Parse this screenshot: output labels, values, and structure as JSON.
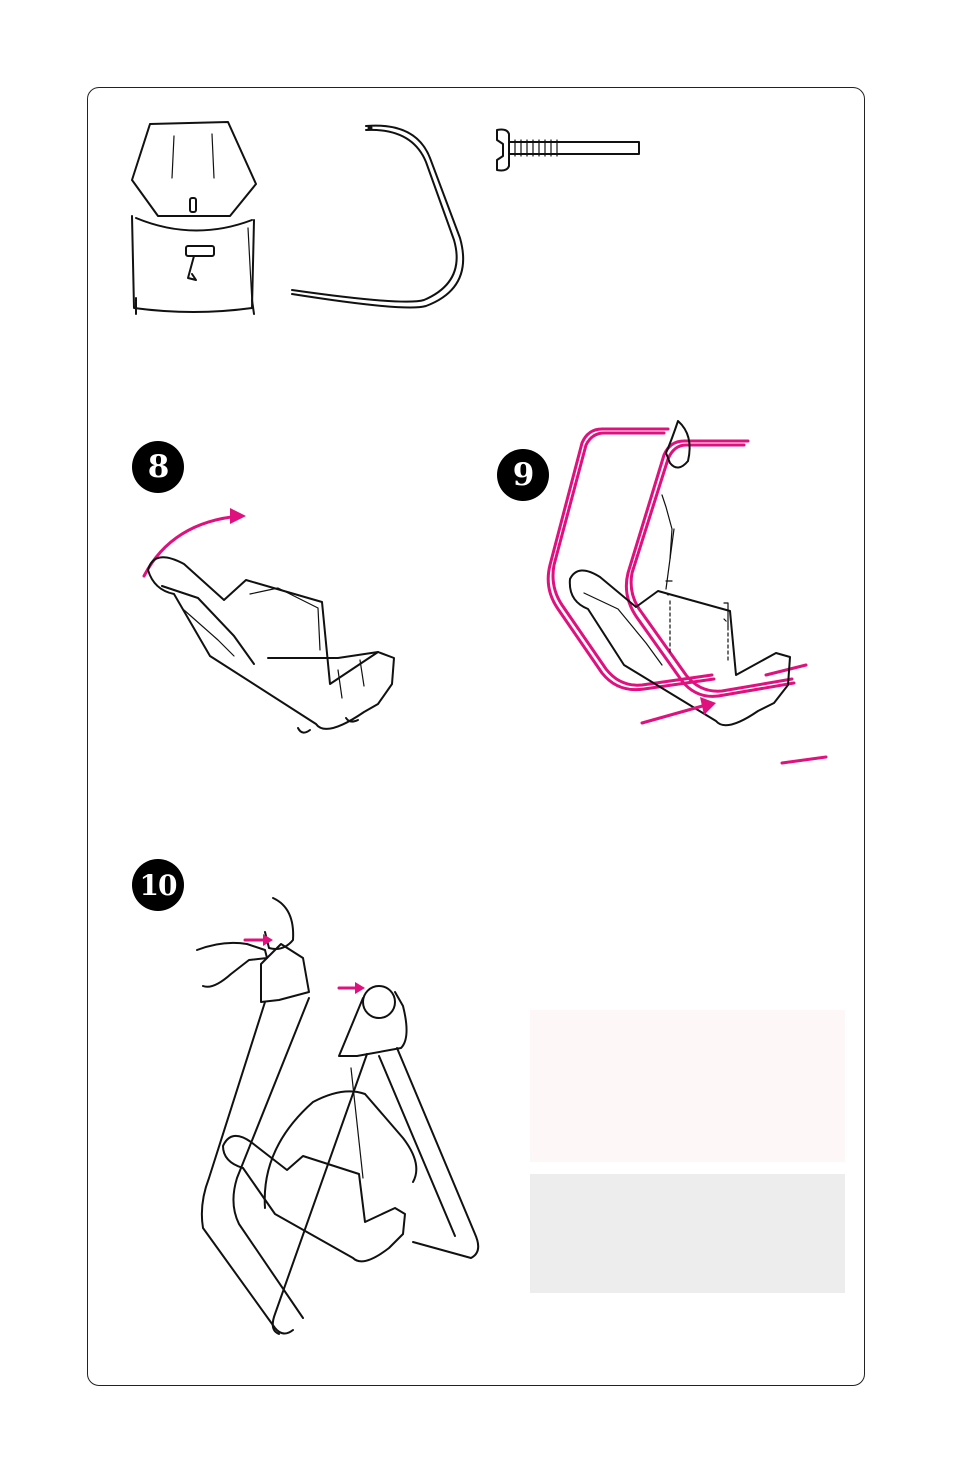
{
  "steps": [
    {
      "number": "8"
    },
    {
      "number": "9"
    },
    {
      "number": "10"
    }
  ],
  "colors": {
    "accent": "#e0107f",
    "note_pink_bg": "#fdf8f7",
    "note_gray_bg": "#ededed",
    "line": "#111111"
  },
  "icons": [
    "seat-pad-illustration",
    "seat-bar-illustration",
    "bolt-illustration",
    "seat-rotate-illustration",
    "frame-attach-illustration",
    "swing-assembly-illustration",
    "rotate-arrow-icon",
    "push-arrow-icon"
  ]
}
